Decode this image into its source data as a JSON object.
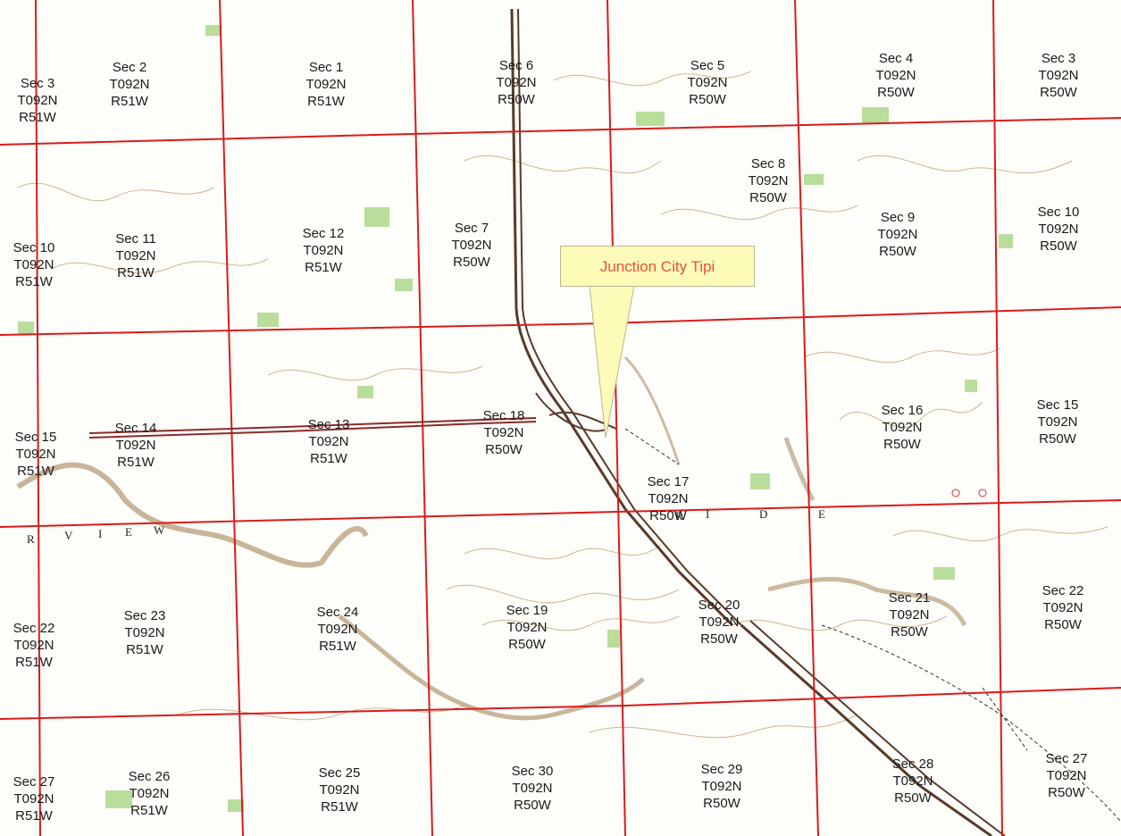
{
  "map": {
    "callout": {
      "label": "Junction City Tipi"
    },
    "sections": [
      {
        "sec": "Sec 3",
        "twp": "T092N",
        "rng": "R51W"
      },
      {
        "sec": "Sec 2",
        "twp": "T092N",
        "rng": "R51W"
      },
      {
        "sec": "Sec 1",
        "twp": "T092N",
        "rng": "R51W"
      },
      {
        "sec": "Sec 6",
        "twp": "T092N",
        "rng": "R50W"
      },
      {
        "sec": "Sec 5",
        "twp": "T092N",
        "rng": "R50W"
      },
      {
        "sec": "Sec 4",
        "twp": "T092N",
        "rng": "R50W"
      },
      {
        "sec": "Sec 3",
        "twp": "T092N",
        "rng": "R50W"
      },
      {
        "sec": "Sec 8",
        "twp": "T092N",
        "rng": "R50W"
      },
      {
        "sec": "Sec 10",
        "twp": "T092N",
        "rng": "R51W"
      },
      {
        "sec": "Sec 11",
        "twp": "T092N",
        "rng": "R51W"
      },
      {
        "sec": "Sec 12",
        "twp": "T092N",
        "rng": "R51W"
      },
      {
        "sec": "Sec 7",
        "twp": "T092N",
        "rng": "R50W"
      },
      {
        "sec": "Sec 9",
        "twp": "T092N",
        "rng": "R50W"
      },
      {
        "sec": "Sec 10",
        "twp": "T092N",
        "rng": "R50W"
      },
      {
        "sec": "Sec 15",
        "twp": "T092N",
        "rng": "R51W"
      },
      {
        "sec": "Sec 14",
        "twp": "T092N",
        "rng": "R51W"
      },
      {
        "sec": "Sec 13",
        "twp": "T092N",
        "rng": "R51W"
      },
      {
        "sec": "Sec 18",
        "twp": "T092N",
        "rng": "R50W"
      },
      {
        "sec": "Sec 17",
        "twp": "T092N",
        "rng": "R50W"
      },
      {
        "sec": "Sec 16",
        "twp": "T092N",
        "rng": "R50W"
      },
      {
        "sec": "Sec 15",
        "twp": "T092N",
        "rng": "R50W"
      },
      {
        "sec": "Sec 22",
        "twp": "T092N",
        "rng": "R51W"
      },
      {
        "sec": "Sec 23",
        "twp": "T092N",
        "rng": "R51W"
      },
      {
        "sec": "Sec 24",
        "twp": "T092N",
        "rng": "R51W"
      },
      {
        "sec": "Sec 19",
        "twp": "T092N",
        "rng": "R50W"
      },
      {
        "sec": "Sec 20",
        "twp": "T092N",
        "rng": "R50W"
      },
      {
        "sec": "Sec 21",
        "twp": "T092N",
        "rng": "R50W"
      },
      {
        "sec": "Sec 22",
        "twp": "T092N",
        "rng": "R50W"
      },
      {
        "sec": "Sec 27",
        "twp": "T092N",
        "rng": "R51W"
      },
      {
        "sec": "Sec 26",
        "twp": "T092N",
        "rng": "R51W"
      },
      {
        "sec": "Sec 25",
        "twp": "T092N",
        "rng": "R51W"
      },
      {
        "sec": "Sec 30",
        "twp": "T092N",
        "rng": "R50W"
      },
      {
        "sec": "Sec 29",
        "twp": "T092N",
        "rng": "R50W"
      },
      {
        "sec": "Sec 28",
        "twp": "T092N",
        "rng": "R50W"
      },
      {
        "sec": "Sec 27",
        "twp": "T092N",
        "rng": "R50W"
      }
    ],
    "colors": {
      "section_line": "#d81c1c",
      "contour": "#b89a6a",
      "vegetation": "#b9dd9a",
      "callout_fill": "#fdfbb8",
      "callout_text": "#e8523a"
    }
  }
}
